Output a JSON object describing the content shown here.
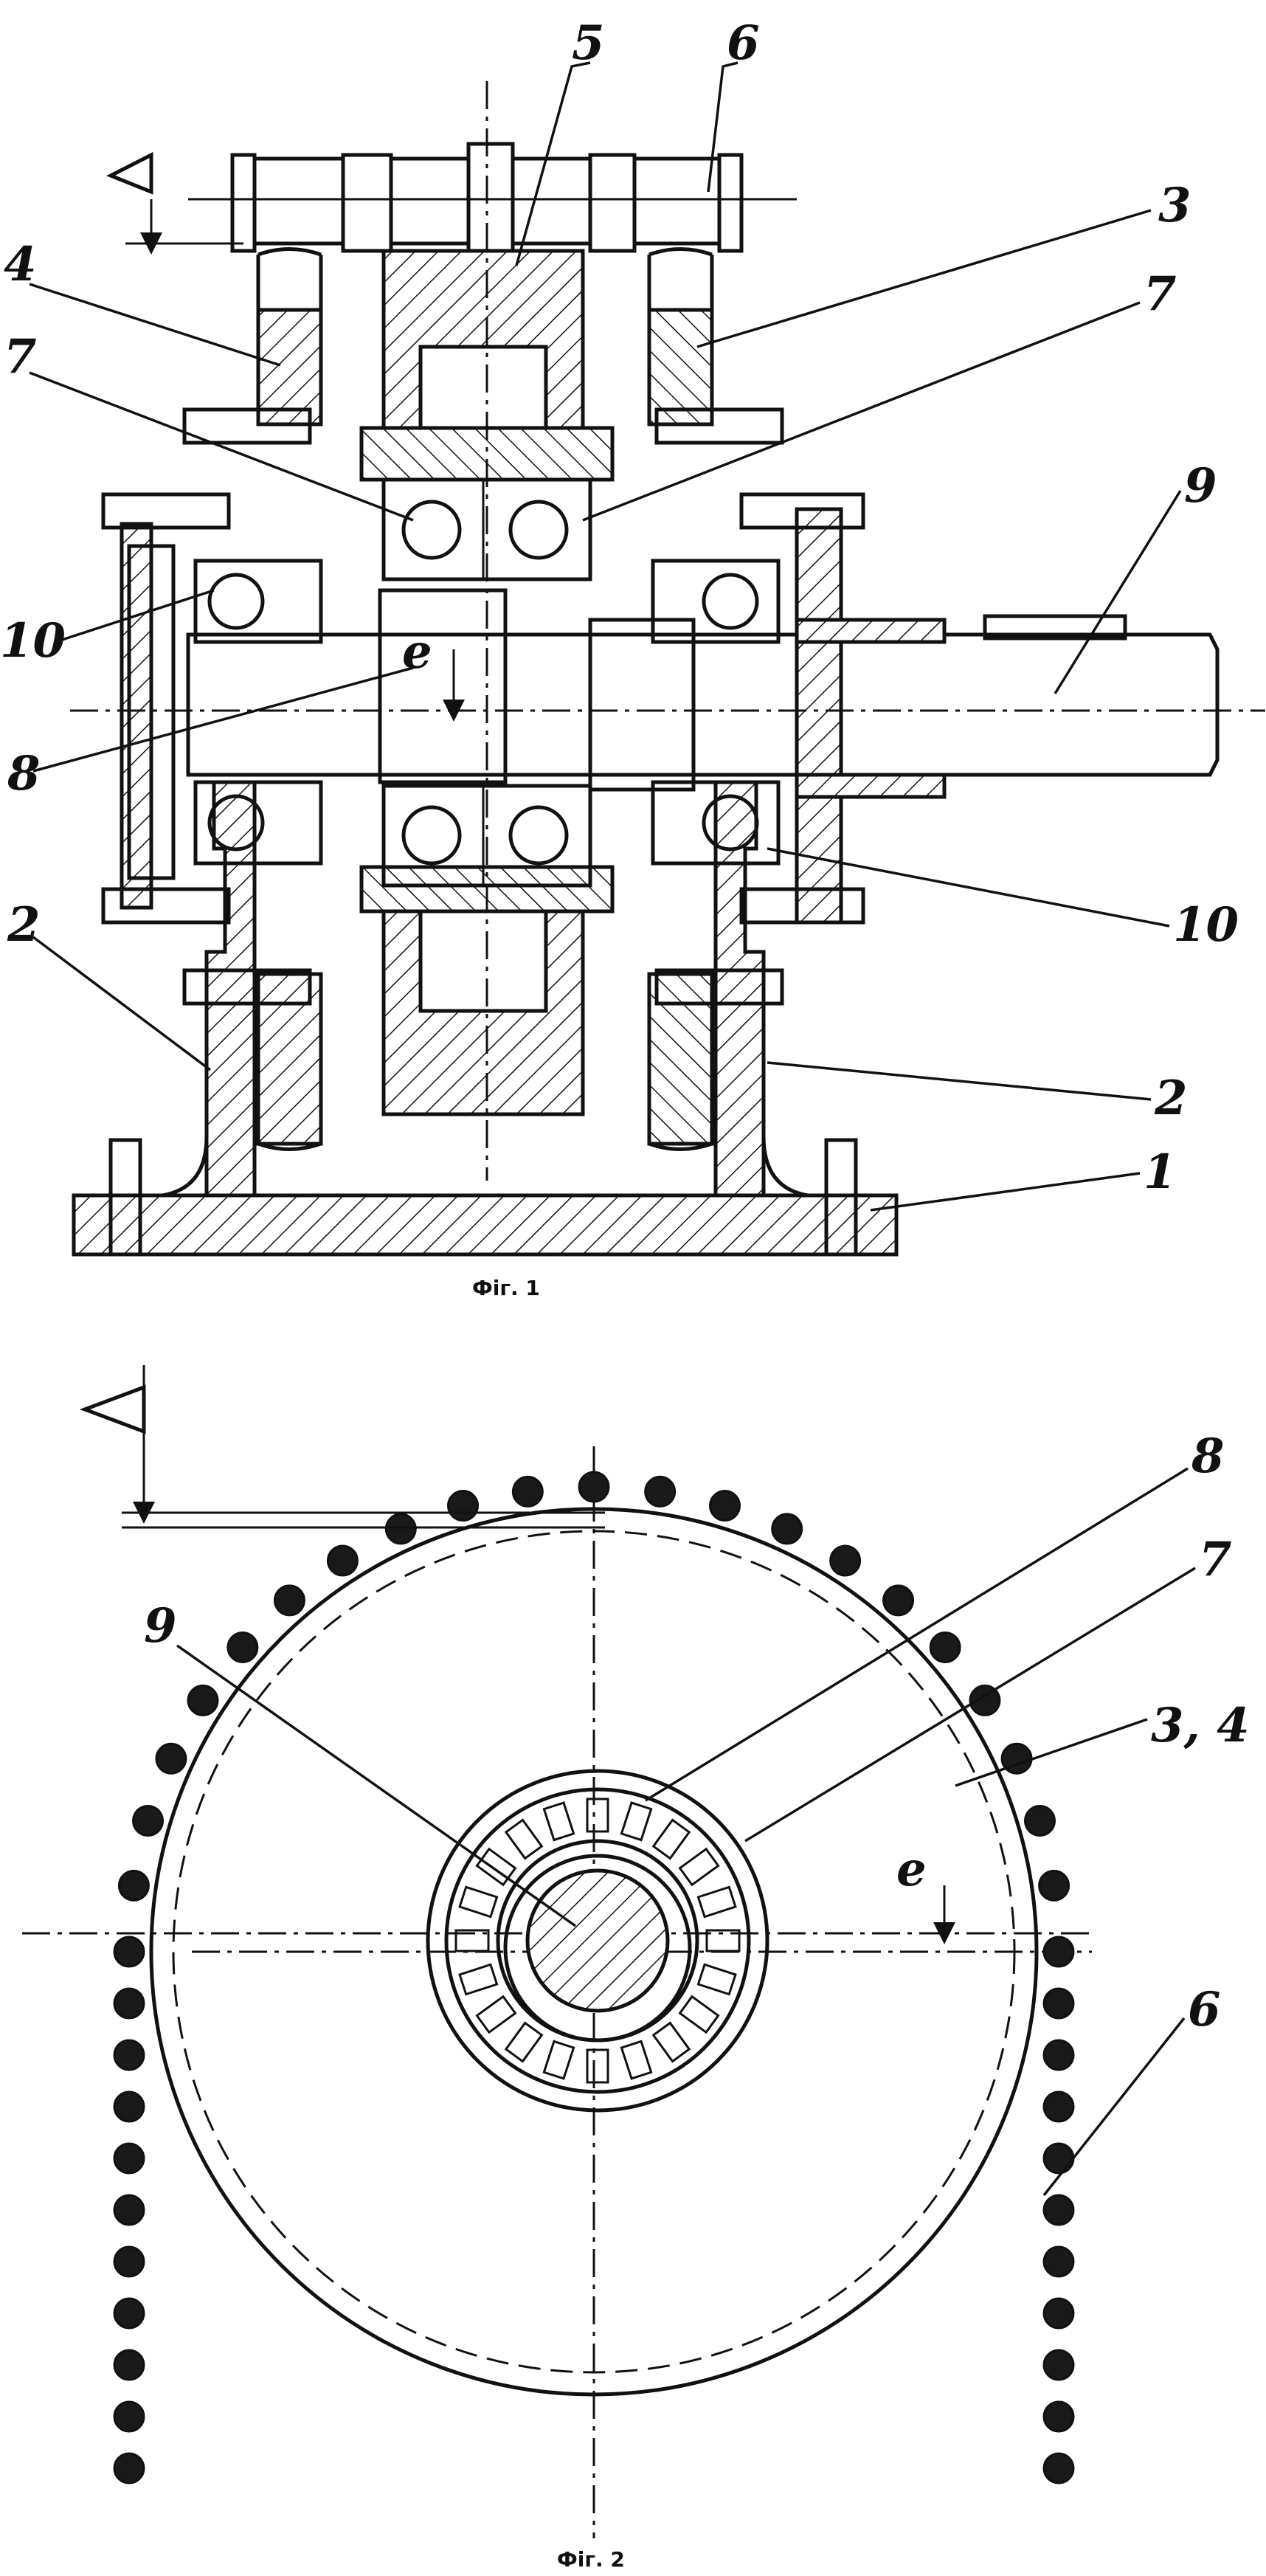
{
  "figures": [
    {
      "caption": "Фіг. 1"
    },
    {
      "caption": "Фіг. 2"
    }
  ],
  "fig1_labels": {
    "l1": "1",
    "l2a": "2",
    "l2b": "2",
    "l3": "3",
    "l4": "4",
    "l5": "5",
    "l6": "6",
    "l7a": "7",
    "l7b": "7",
    "l8": "8",
    "l9": "9",
    "l10a": "10",
    "l10b": "10",
    "e": "e"
  },
  "fig2_labels": {
    "l34": "3, 4",
    "l6": "6",
    "l7": "7",
    "l8": "8",
    "l9": "9",
    "e": "e"
  }
}
